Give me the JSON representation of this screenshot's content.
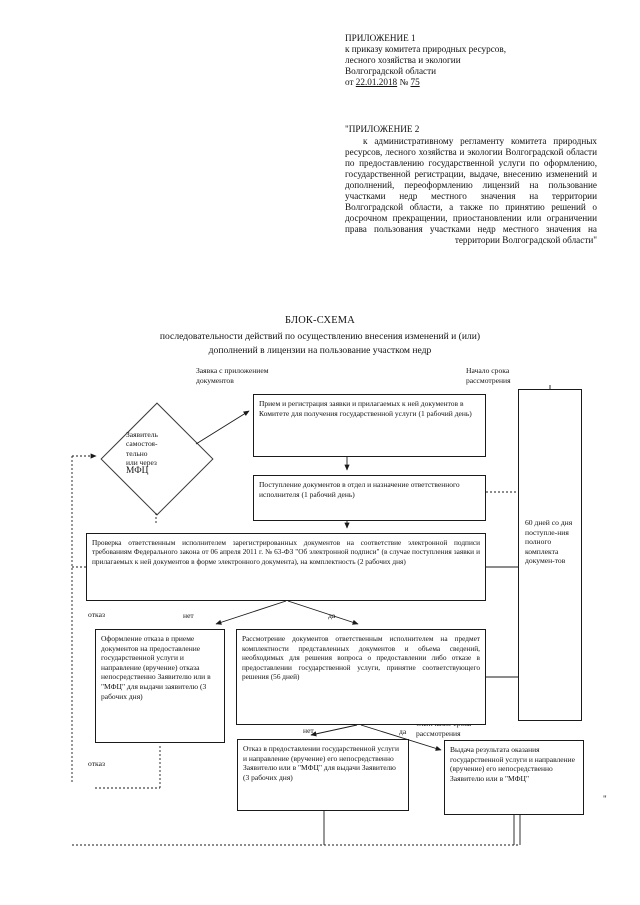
{
  "header1": {
    "title": "ПРИЛОЖЕНИЕ 1",
    "line1": "к приказу комитета природных ресурсов,",
    "line2": "лесного хозяйства и экологии",
    "line3": "Волгоградской области",
    "date_prefix": "от ",
    "date": "22.01.2018",
    "number_prefix": " № ",
    "number": "75"
  },
  "header2": {
    "title": "\"ПРИЛОЖЕНИЕ 2",
    "body": "к административному регламенту комитета природных ресурсов, лесного хозяйства и экологии Волгоградской области по предоставлению государственной услуги по оформлению, государственной регистрации, выдаче, внесению изменений и дополнений, переоформлению лицензий на пользование участками недр местного значения на территории Волгоградской области, а также по принятию решений о досрочном прекращении, приостановлении или ограничении права пользования участками недр местного значения на территории Волгоградской области\""
  },
  "doc": {
    "title": "БЛОК-СХЕМА",
    "subtitle_line1": "последовательности действий по осуществлению внесения изменений и (или)",
    "subtitle_line2": "дополнений в лицензии на пользование участком недр"
  },
  "flow": {
    "label_application": "Заявка с приложением\nдокументов",
    "label_start_term": "Начало срока\nрассмотрения",
    "label_end_term": "Окончание срока\nрассмотрения",
    "diamond_line1": "Заявитель",
    "diamond_line2": "самостоя-",
    "diamond_line3": "тельно",
    "diamond_line4": "или через",
    "diamond_line5": "МФЦ",
    "box_receive": "Прием и регистрация заявки и прилагаемых к ней документов в Комитете для получения государственной услуги (1 рабочий день)",
    "box_assign": "Поступление документов в отдел и назначение ответственного исполнителя (1 рабочий день)",
    "box_check": "Проверка ответственным исполнителем зарегистрированных документов на соответствие электронной подписи требованиям Федерального закона от 06 апреля 2011 г. № 63-ФЗ \"Об электронной подписи\" (в случае поступления заявки и прилагаемых к ней документов в форме электронного документа), на комплектность (2 рабочих дня)",
    "box_refuse_accept": "Оформление отказа в приеме документов на предоставление государственной услуги и направление (вручение) отказа непосредственно Заявителю или в \"МФЦ\" для выдачи заявителю (3 рабочих дня)",
    "box_review": "Рассмотрение документов ответственным исполнителем на предмет комплектности представленных документов и объема сведений, необходимых для решения вопроса о предоставлении либо отказе в предоставлении государственной услуги, принятие соответствующего решения (56 дней)",
    "box_refuse_service": "Отказ в предоставлении государственной услуги и направление (вручение) его непосредственно Заявителю или в \"МФЦ\" для выдачи Заявителю (3 рабочих дня)",
    "box_issue_result": "Выдача результата оказания государственной услуги и направление (вручение) его непосредственно Заявителю или в \"МФЦ\"",
    "box_term": "60 дней со дня поступле-ния полного комплекта докумен-тов",
    "branch_no_1": "нет",
    "branch_yes_1": "да",
    "branch_no_2": "нет",
    "branch_yes_2": "да",
    "refusal_left_top": "отказ",
    "refusal_left_bottom": "отказ",
    "closing_quote": "\""
  }
}
